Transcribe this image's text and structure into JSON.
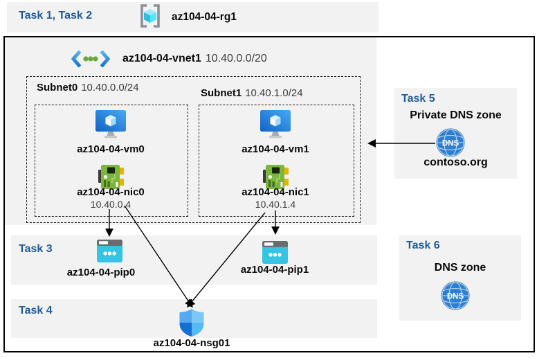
{
  "top_band": {
    "label": "Task 1, Task 2",
    "resource_group": "az104-04-rg1"
  },
  "vnet": {
    "name": "az104-04-vnet1",
    "cidr": "10.40.0.0/20"
  },
  "subnets": [
    {
      "name": "Subnet0",
      "cidr": "10.40.0.0/24",
      "vm": "az104-04-vm0",
      "nic": "az104-04-nic0",
      "ip": "10.40.0.4"
    },
    {
      "name": "Subnet1",
      "cidr": "10.40.1.0/24",
      "vm": "az104-04-vm1",
      "nic": "az104-04-nic1",
      "ip": "10.40.1.4"
    }
  ],
  "task3": {
    "label": "Task 3",
    "pips": [
      "az104-04-pip0",
      "az104-04-pip1"
    ]
  },
  "task4": {
    "label": "Task 4",
    "nsg": "az104-04-nsg01"
  },
  "task5": {
    "label": "Task 5",
    "title": "Private DNS zone",
    "zone_name": "contoso.org",
    "icon_text": "DNS"
  },
  "task6": {
    "label": "Task 6",
    "title": "DNS zone",
    "icon_text": "DNS"
  },
  "colors": {
    "task_label_blue": "#1f5c99",
    "band_gray": "#f2f2f2",
    "frame_border": "#000000",
    "vm_blue": "#1266c8",
    "nic_green": "#7db63d",
    "pip_cyan": "#35c4e4",
    "dns_blue": "#2e7fd1",
    "nsg_blue": "#1371d3"
  }
}
